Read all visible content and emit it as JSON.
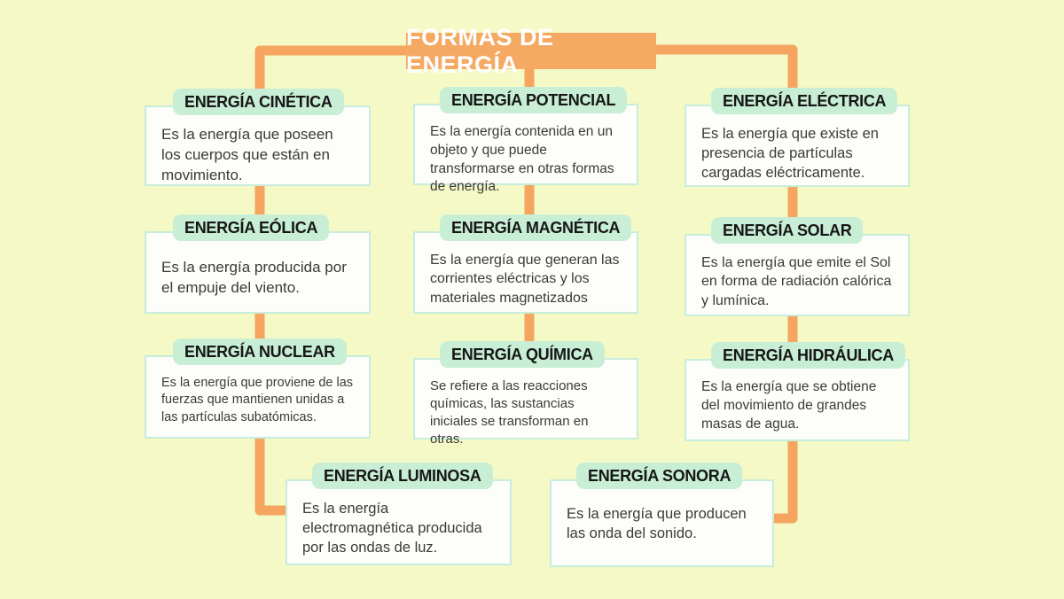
{
  "title": "FORMAS DE ENERGÍA",
  "colors": {
    "background": "#f4f9c6",
    "connector": "#f5a55f",
    "title_bg": "#f5a963",
    "title_text": "#ffffff",
    "label_bg": "#c8eed6",
    "label_text": "#161616",
    "card_bg": "#fdfdfa",
    "card_border": "#c8edda",
    "body_text": "#3a3a3a"
  },
  "nodes": [
    {
      "label": "ENERGÍA CINÉTICA",
      "description": "Es la energía que poseen los cuerpos que están en movimiento."
    },
    {
      "label": "ENERGÍA POTENCIAL",
      "description": "Es la energía contenida en un objeto y que puede transformarse en otras formas de energía."
    },
    {
      "label": "ENERGÍA ELÉCTRICA",
      "description": "Es la energía que existe en presencia de partículas cargadas eléctricamente."
    },
    {
      "label": "ENERGÍA EÓLICA",
      "description": "Es la energía producida por el empuje del viento."
    },
    {
      "label": "ENERGÍA MAGNÉTICA",
      "description": "Es la energía que generan las corrientes eléctricas y los materiales magnetizados"
    },
    {
      "label": "ENERGÍA SOLAR",
      "description": "Es la energía que emite el Sol en forma de radiación calórica y lumínica."
    },
    {
      "label": "ENERGÍA NUCLEAR",
      "description": "Es la energía que proviene de las fuerzas que mantienen unidas a las partículas subatómicas."
    },
    {
      "label": "ENERGÍA QUÍMICA",
      "description": "Se refiere a las reacciones químicas, las sustancias iniciales se transforman en otras."
    },
    {
      "label": "ENERGÍA HIDRÁULICA",
      "description": "Es la energía que se obtiene del movimiento de grandes masas de agua."
    },
    {
      "label": "ENERGÍA LUMINOSA",
      "description": "Es la energía electromagnética producida por las ondas de luz."
    },
    {
      "label": "ENERGÍA SONORA",
      "description": "Es la energía que producen las onda del sonido."
    }
  ]
}
